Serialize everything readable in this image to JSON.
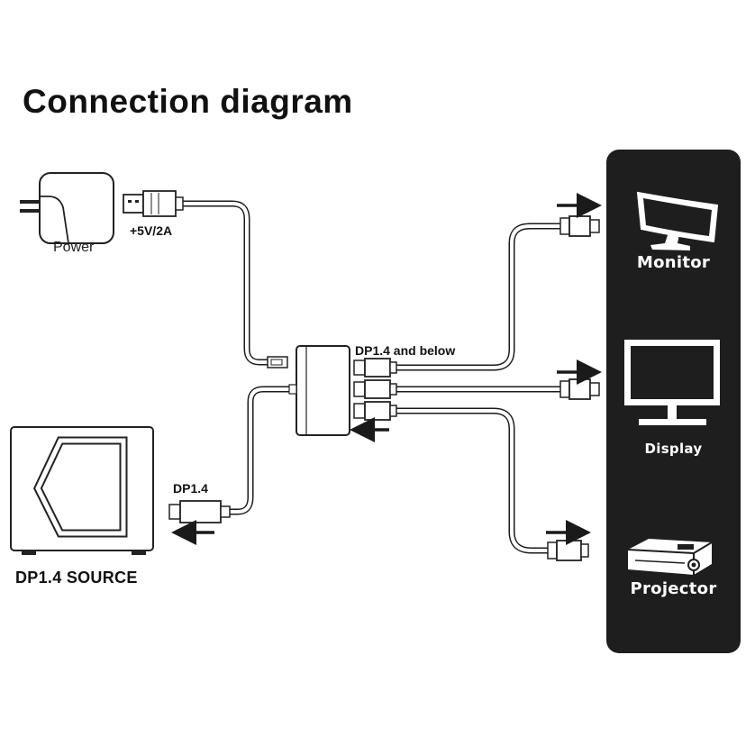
{
  "title": "Connection diagram",
  "colors": {
    "panel": "#1e1e1e",
    "line": "#1a1a1a",
    "white": "#ffffff"
  },
  "power": {
    "device_label": "Power",
    "spec_label": "+5V/2A"
  },
  "hub": {
    "outputs_label": "DP1.4 and below"
  },
  "source": {
    "cable_label": "DP1.4",
    "device_label": "DP1.4 SOURCE"
  },
  "outputs": {
    "monitor": {
      "label": "Monitor",
      "icon": "monitor-icon"
    },
    "display": {
      "label": "Display",
      "icon": "display-icon"
    },
    "projector": {
      "label": "Projector",
      "icon": "projector-icon"
    }
  }
}
